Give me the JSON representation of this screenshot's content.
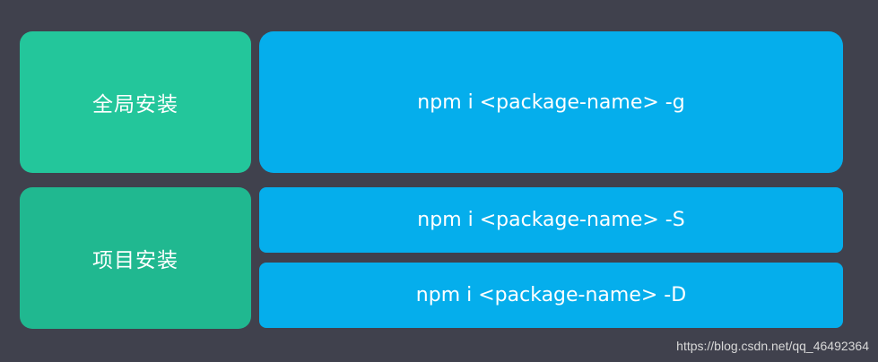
{
  "colors": {
    "background": "#40414d",
    "global_label_fill": "#23c69b",
    "project_label_fill": "#20b890",
    "command_fill": "#05aeec",
    "text": "#ffffff"
  },
  "rows": {
    "global": {
      "label": "全局安装",
      "commands": [
        "npm i <package-name> -g"
      ]
    },
    "project": {
      "label": "项目安装",
      "commands": [
        "npm i <package-name> -S",
        "npm i <package-name> -D"
      ]
    }
  },
  "watermark": "https://blog.csdn.net/qq_46492364"
}
